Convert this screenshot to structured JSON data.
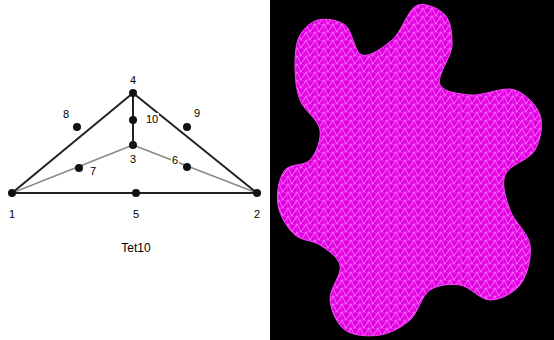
{
  "diagram": {
    "labels": [
      "1",
      "5",
      "2",
      "7",
      "6",
      "3",
      "10",
      "8",
      "4",
      "9",
      "Tet10"
    ]
  }
}
